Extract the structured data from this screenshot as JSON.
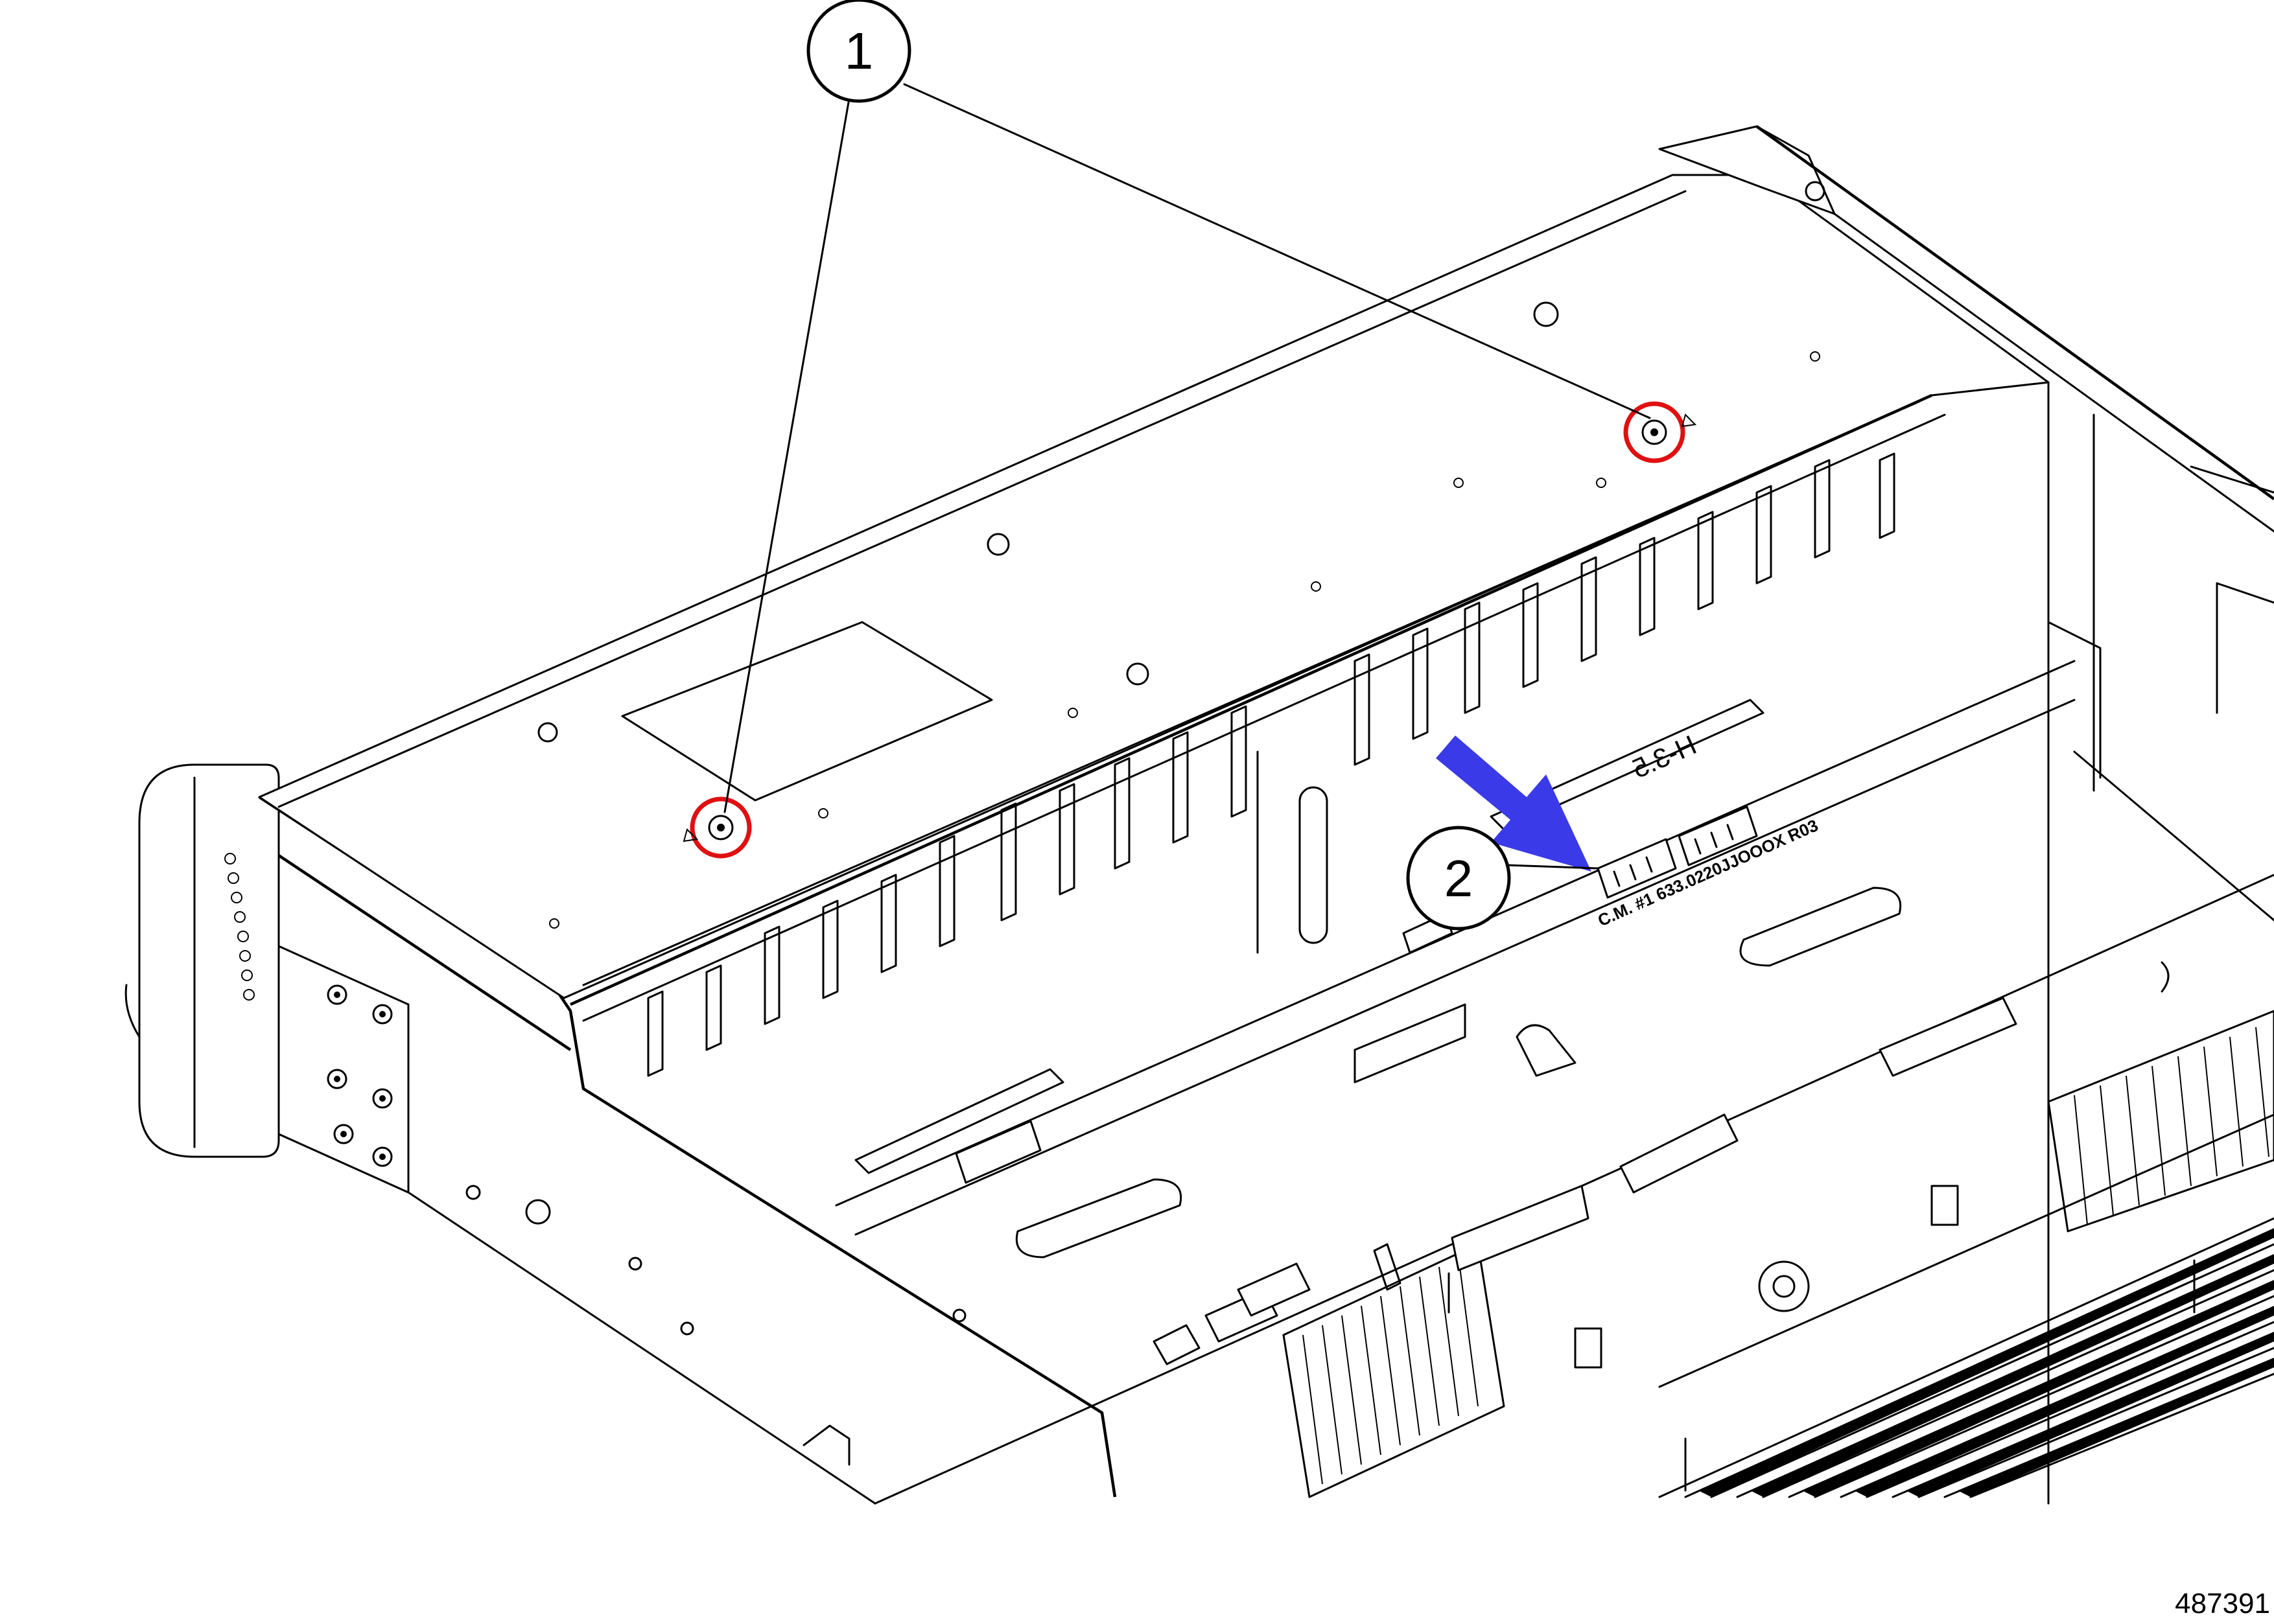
{
  "callouts": [
    {
      "id": "callout-1",
      "label": "1"
    },
    {
      "id": "callout-2",
      "label": "2"
    }
  ],
  "board_silkscreen": "C.M. #1 633.0220JJOOOX R03",
  "bay_marking": "H-3.5",
  "figure_id": "487391",
  "colors": {
    "highlight_ring": "#e01010",
    "arrow": "#3a3ae8",
    "line": "#000000",
    "background": "#ffffff"
  }
}
